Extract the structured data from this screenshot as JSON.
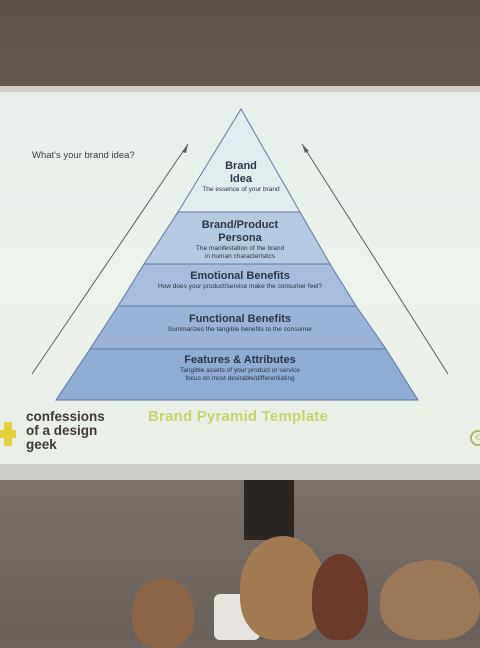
{
  "slide": {
    "prompt": "What's your brand idea?",
    "template_title": "Brand Pyramid Template",
    "logo_lines": [
      "confessions",
      "of a design",
      "geek"
    ],
    "copyright_symbol": "©",
    "tiers": [
      {
        "title_lines": [
          "Brand",
          "Idea"
        ],
        "desc_lines": [
          "The essence of your brand"
        ]
      },
      {
        "title_lines": [
          "Brand/Product",
          "Persona"
        ],
        "desc_lines": [
          "The manifestation of the brand",
          "in human characteristics"
        ]
      },
      {
        "title_lines": [
          "Emotional Benefits"
        ],
        "desc_lines": [
          "How does your product/service make the consumer feel?"
        ]
      },
      {
        "title_lines": [
          "Functional Benefits"
        ],
        "desc_lines": [
          "Summarizes the tangible benefits to the consumer"
        ]
      },
      {
        "title_lines": [
          "Features & Attributes"
        ],
        "desc_lines": [
          "Tangible assets of your product or service",
          "focus on most desirable/differentiating"
        ]
      }
    ]
  },
  "colors": {
    "screen": "#eaf0ea",
    "tier_fill": "#9cb4d6",
    "tier_stroke": "#5f7aa3",
    "apex_fill": "#e8eef0",
    "template_title": "#c9d36a",
    "logo_accent": "#e3cf3a"
  }
}
